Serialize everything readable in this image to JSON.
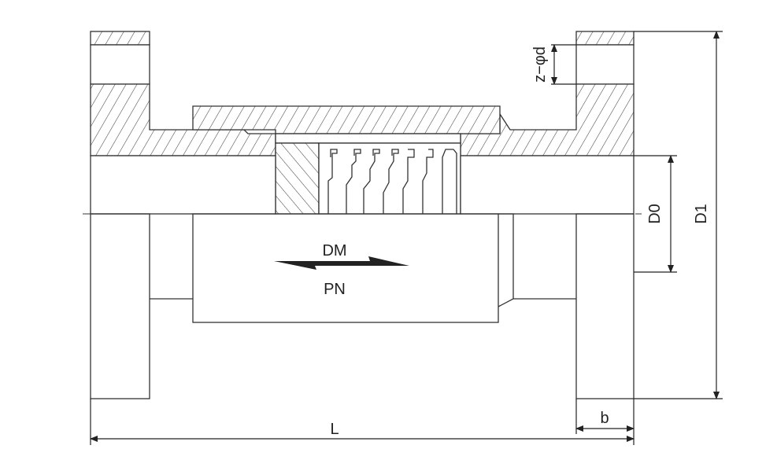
{
  "title": "Bellows expansion joint flange drawing",
  "labels": {
    "dm": "DM",
    "pn": "PN",
    "length": "L",
    "flange_thickness": "b",
    "inner_diameter": "D0",
    "outer_diameter": "D1",
    "bolt_holes": "z−φd"
  }
}
